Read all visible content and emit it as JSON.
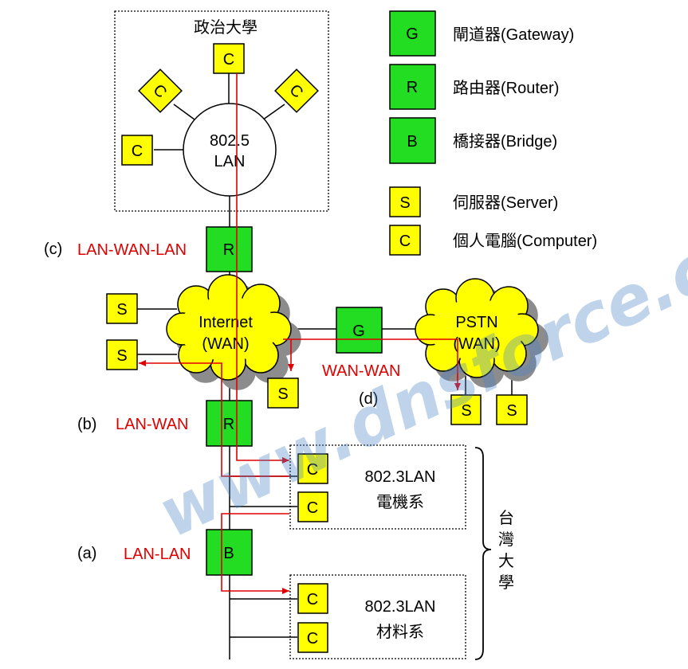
{
  "legend": {
    "gateway": {
      "letter": "G",
      "label": "閘道器(Gateway)"
    },
    "router": {
      "letter": "R",
      "label": "路由器(Router)"
    },
    "bridge": {
      "letter": "B",
      "label": "橋接器(Bridge)"
    },
    "server": {
      "letter": "S",
      "label": "伺服器(Server)"
    },
    "computer": {
      "letter": "C",
      "label": "個人電腦(Computer)"
    }
  },
  "nccu": {
    "title": "政治大學",
    "lan_line1": "802.5",
    "lan_line2": "LAN"
  },
  "internet": {
    "line1": "Internet",
    "line2": "(WAN)"
  },
  "pstn": {
    "line1": "PSTN",
    "line2": "(WAN)"
  },
  "cases": {
    "c": {
      "tag": "(c)",
      "label": "LAN-WAN-LAN"
    },
    "b": {
      "tag": "(b)",
      "label": "LAN-WAN"
    },
    "a": {
      "tag": "(a)",
      "label": "LAN-LAN"
    },
    "d": {
      "tag": "(d)",
      "label": "WAN-WAN"
    }
  },
  "ntu": {
    "ee": {
      "lan": "802.3LAN",
      "dept": "電機系"
    },
    "mse": {
      "lan": "802.3LAN",
      "dept": "材料系"
    },
    "brace_label": [
      "台",
      "灣",
      "大",
      "學"
    ]
  },
  "devices": {
    "router": "R",
    "bridge": "B",
    "gateway": "G",
    "server": "S",
    "computer": "C"
  },
  "watermark": "www.dnsforce.com",
  "colors": {
    "device_green": "#22dd22",
    "device_yellow": "#ffff00",
    "path_red": "#e00000",
    "cloud_yellow": "#ffff00",
    "cloud_shadow": "#8c8c8c"
  }
}
